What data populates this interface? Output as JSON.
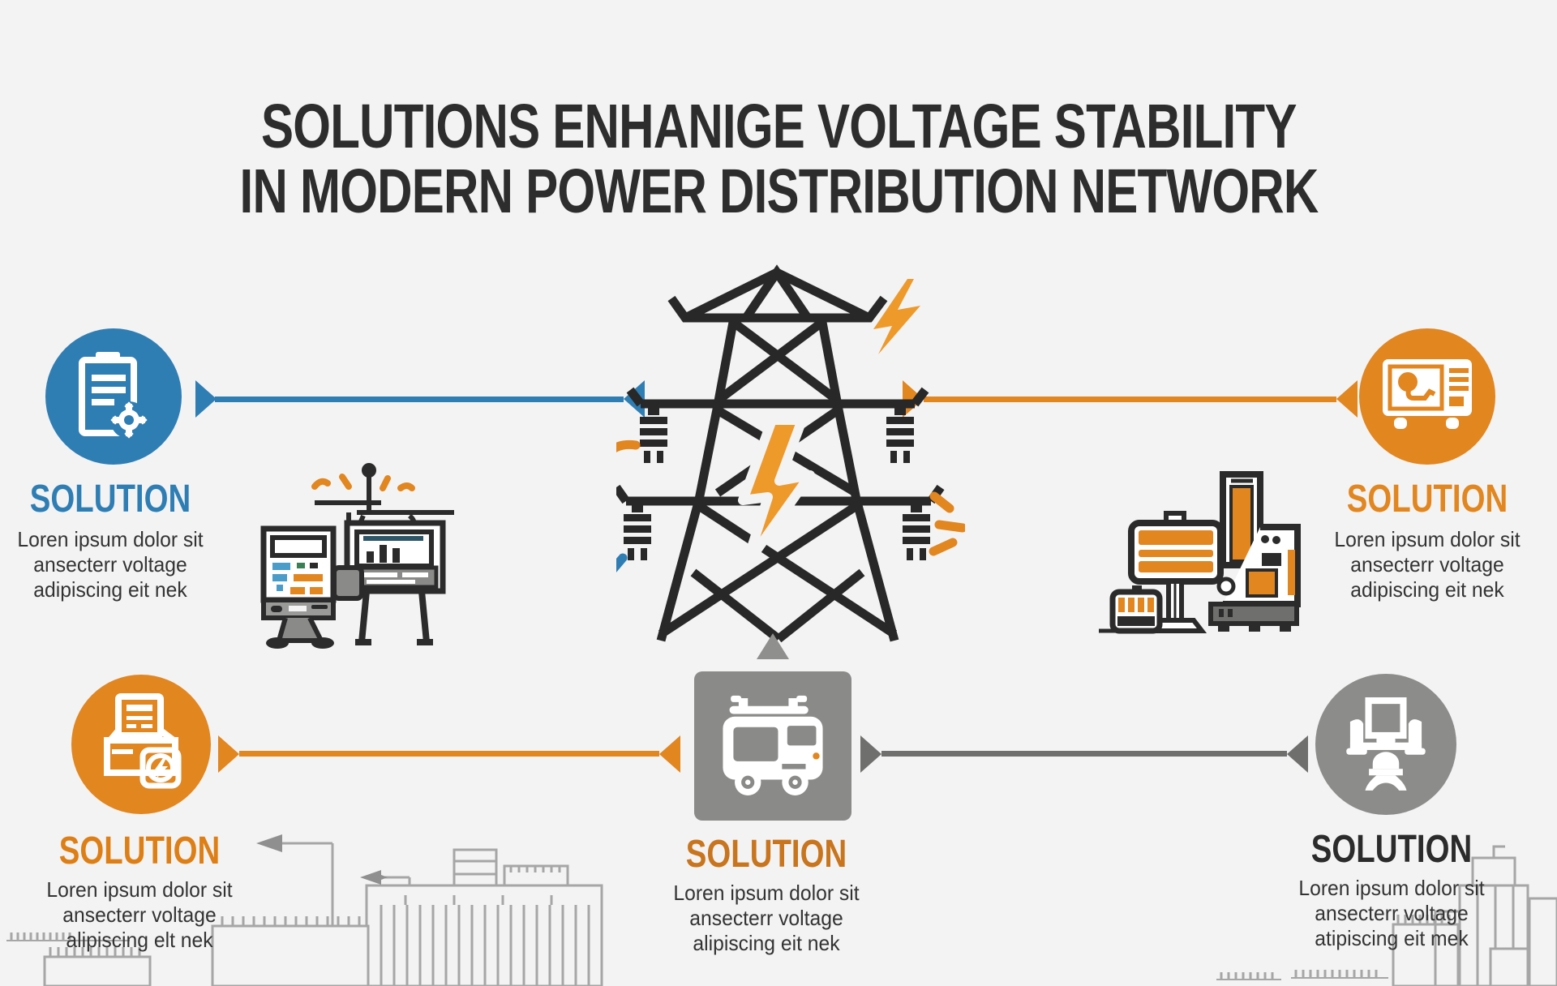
{
  "title": {
    "line1": "SOLUTIONS ENHANIGE VOLTAGE STABILITY",
    "line2": "IN MODERN POWER DISTRIBUTION NETWORK"
  },
  "solutions": {
    "top_left": {
      "label": "SOLUTION",
      "icon": "clipboard-gear-icon",
      "body": [
        "Loren ipsum dolor sit",
        "ansecterr voltage",
        "adipiscing eit nek"
      ]
    },
    "top_right": {
      "label": "SOLUTION",
      "icon": "monitor-device-icon",
      "body": [
        "Loren ipsum dolor sit",
        "ansecterr voltage",
        "adipiscing eit nek"
      ]
    },
    "bottom_left": {
      "label": "SOLUTION",
      "icon": "printer-energy-icon",
      "body": [
        "Loren ipsum dolor sit",
        "ansecterr voltage",
        "alipiscing elt nek"
      ]
    },
    "center": {
      "label": "SOLUTION",
      "icon": "service-van-icon",
      "body": [
        "Loren ipsum dolor sit",
        "ansecterr voltage",
        "alipiscing eit nek"
      ]
    },
    "bottom_right": {
      "label": "SOLUTION",
      "icon": "workstation-icon",
      "body": [
        "Loren ipsum dolor sit",
        "ansecterr voltage",
        "atipiscing eit mek"
      ]
    }
  },
  "center_graphic": {
    "name": "transmission-tower",
    "accents": [
      "lightning-bolt",
      "insulator-plugs",
      "spark-dashes"
    ]
  },
  "colors": {
    "background": "#f3f3f4",
    "blue": "#2e7eb4",
    "orange": "#e2861f",
    "orange_deep": "#d07a1e",
    "gray_box": "#8a8a88",
    "gray_line": "#6f6f6d",
    "dark": "#2b2b2b",
    "bolt_orange": "#ee9a2b",
    "skyline_gray": "#a3a3a3"
  }
}
